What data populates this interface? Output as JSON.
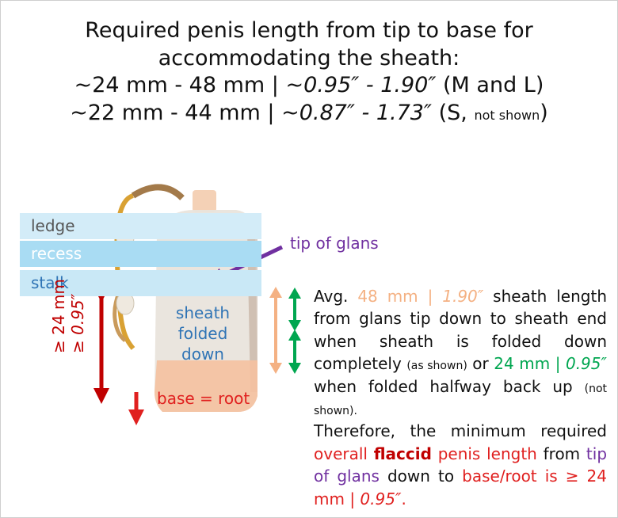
{
  "title": {
    "line1": "Required penis length from tip to base for",
    "line2": "accommodating the sheath:",
    "line3_a": "~24 mm - 48 mm | ~",
    "line3_b": "0.95″ - 1.90″",
    "line3_c": "  (M and L)",
    "line4_a": "~22 mm - 44 mm | ~",
    "line4_b": "0.87″ -  1.73″",
    "line4_c": " (S, ",
    "line4_d": "not shown",
    "line4_e": ")"
  },
  "bands": {
    "ledge": "ledge",
    "recess": "recess",
    "stalk": "stalk"
  },
  "labels": {
    "sheath_folded_1": "sheath",
    "sheath_folded_2": "folded",
    "sheath_folded_3": "down",
    "tip_of_glans": "tip of glans",
    "base_root": "base = root",
    "min_length_mm": "≥ 24 mm",
    "min_length_in": "≥ 0.95″"
  },
  "paragraph": {
    "p1": "Avg. ",
    "p2": "48 mm |  ",
    "p3": "1.90″",
    "p4": " sheath length from glans tip down to sheath end when sheath is folded down completely ",
    "p5": "(as shown)",
    "p6": " or ",
    "p7": "24 mm | ",
    "p8": "0.95″",
    "p9": " when folded halfway back up ",
    "p10": "(not shown).",
    "p11": "Therefore, the minimum required ",
    "p12": "overall ",
    "p13": "flaccid",
    "p14": " penis length",
    "p15": " from ",
    "p16": "tip of glans",
    "p17": " down to ",
    "p18": "base/root is ≥ 24 mm | ",
    "p19": "0.95″",
    "p20": "."
  },
  "colors": {
    "peach": "#f4b183",
    "green": "#00a650",
    "dark_red": "#c00000",
    "red": "#e0201f",
    "purple": "#7030a0",
    "blue": "#2f74b5"
  }
}
